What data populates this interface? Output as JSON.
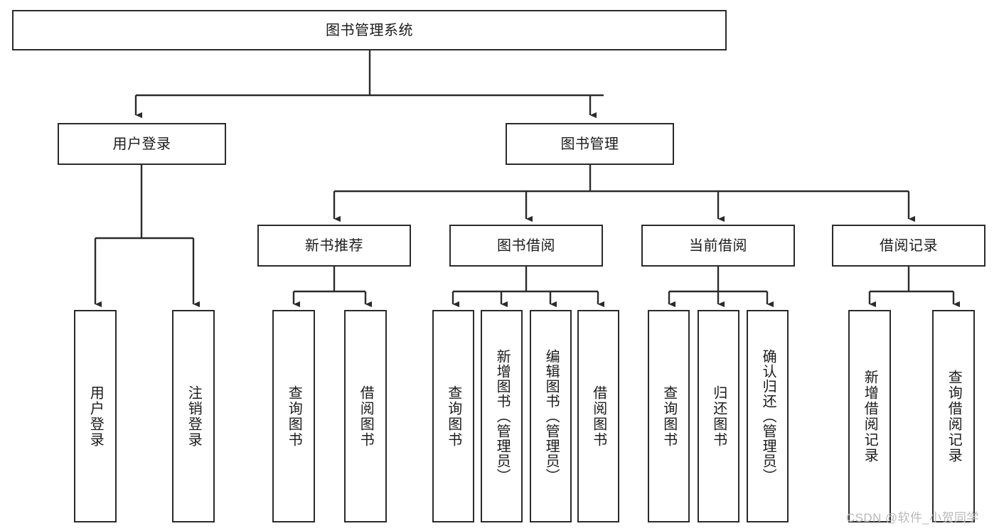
{
  "diagram": {
    "title": "图书管理系统",
    "type": "tree",
    "orientation": "top-down",
    "colors": {
      "box_border": "#2b2b2b",
      "box_fill": "#ffffff",
      "connector": "#2b2b2b",
      "text": "#1b1b1b",
      "watermark": "#b9b9b9",
      "background": "#ffffff"
    },
    "levels": {
      "root": {
        "label": "图书管理系统",
        "orientation": "horizontal"
      },
      "level2": [
        {
          "label": "用户登录",
          "orientation": "horizontal"
        },
        {
          "label": "图书管理",
          "orientation": "horizontal"
        }
      ],
      "level3": [
        {
          "label": "新书推荐",
          "orientation": "horizontal"
        },
        {
          "label": "图书借阅",
          "orientation": "horizontal"
        },
        {
          "label": "当前借阅",
          "orientation": "horizontal"
        },
        {
          "label": "借阅记录",
          "orientation": "horizontal"
        }
      ],
      "leaves": [
        {
          "label": "用户登录",
          "orientation": "vertical",
          "parent": "用户登录"
        },
        {
          "label": "注销登录",
          "orientation": "vertical",
          "parent": "用户登录"
        },
        {
          "label": "查询图书",
          "orientation": "vertical",
          "parent": "新书推荐"
        },
        {
          "label": "借阅图书",
          "orientation": "vertical",
          "parent": "新书推荐"
        },
        {
          "label": "查询图书",
          "orientation": "vertical",
          "parent": "图书借阅"
        },
        {
          "label": "新增图书（管理员）",
          "orientation": "vertical",
          "parent": "图书借阅"
        },
        {
          "label": "编辑图书（管理员）",
          "orientation": "vertical",
          "parent": "图书借阅"
        },
        {
          "label": "借阅图书",
          "orientation": "vertical",
          "parent": "图书借阅"
        },
        {
          "label": "查询图书",
          "orientation": "vertical",
          "parent": "当前借阅"
        },
        {
          "label": "归还图书",
          "orientation": "vertical",
          "parent": "当前借阅"
        },
        {
          "label": "确认归还（管理员）",
          "orientation": "vertical",
          "parent": "当前借阅"
        },
        {
          "label": "新增借阅记录",
          "orientation": "vertical",
          "parent": "借阅记录"
        },
        {
          "label": "查询借阅记录",
          "orientation": "vertical",
          "parent": "借阅记录"
        }
      ]
    },
    "watermark": "CSDN @软件_小贺同学"
  }
}
